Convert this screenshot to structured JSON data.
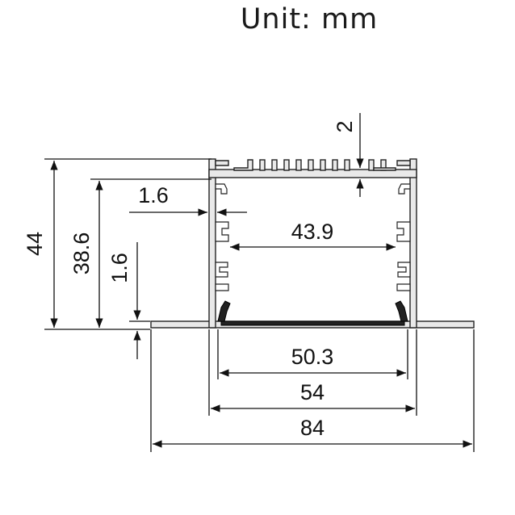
{
  "unit_label": "Unit: mm",
  "dimensions": {
    "total_height": "44",
    "inner_height": "38.6",
    "flange_thickness": "1.6",
    "wall_thickness": "1.6",
    "top_thickness": "2",
    "inner_width": "43.9",
    "lens_width": "50.3",
    "body_width": "54",
    "flange_width": "84"
  }
}
